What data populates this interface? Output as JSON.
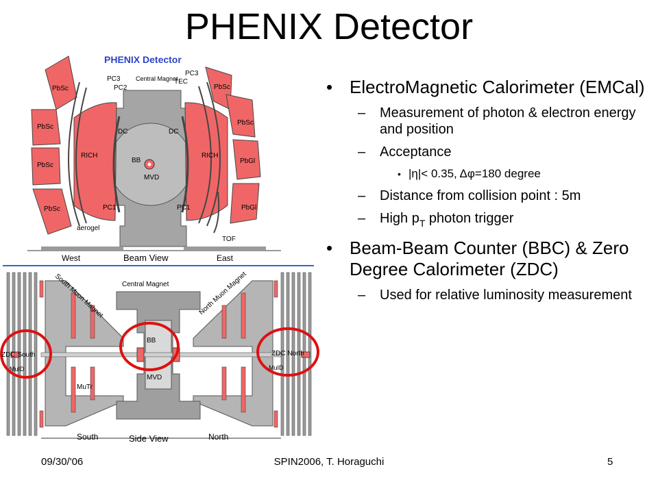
{
  "slide": {
    "title": "PHENIX Detector",
    "bullets": [
      {
        "text": "ElectroMagnetic Calorimeter (EMCal)",
        "subitems": [
          {
            "text": "Measurement of photon & electron energy and position"
          },
          {
            "text": "Acceptance",
            "subitems": [
              "|η|< 0.35, Δφ=180 degree"
            ]
          },
          {
            "text": "Distance from collision point : 5m"
          },
          {
            "text_before": "High p",
            "subscript": "T",
            "text_after": " photon trigger"
          }
        ]
      },
      {
        "text": "Beam-Beam Counter (BBC) & Zero Degree Calorimeter (ZDC)",
        "subitems": [
          {
            "text": "Used for relative luminosity measurement"
          }
        ]
      }
    ]
  },
  "diagram_top": {
    "heading": "PHENIX Detector",
    "labels": {
      "pc3_left": "PC3",
      "pc2": "PC2",
      "central_magnet": "Central Magnet",
      "pc3_right": "PC3",
      "tec": "TEC",
      "pbsc": "PbSc",
      "pbgl": "PbGl",
      "rich": "RICH",
      "dc": "DC",
      "bb": "BB",
      "mvd": "MVD",
      "pc1": "PC1",
      "aerogel": "aerogel",
      "tof": "TOF",
      "west": "West",
      "beam_view": "Beam View",
      "east": "East"
    }
  },
  "diagram_bottom": {
    "labels": {
      "south_muon_magnet": "South Muon Magnet",
      "central_magnet": "Central Magnet",
      "north_muon_magnet": "North Muon Magnet",
      "zdc_south": "ZDC South",
      "zdc_north": "ZDC North",
      "mui_left": "MuID",
      "mui_right": "MuID",
      "mutr": "MuTr",
      "bb": "BB",
      "mvd": "MVD",
      "south": "South",
      "side_view": "Side View",
      "north": "North"
    }
  },
  "footer": {
    "date": "09/30/'06",
    "center": "SPIN2006, T. Horaguchi",
    "page": "5"
  },
  "colors": {
    "detector_red": "#f06666",
    "gray": "#9a9a9a",
    "circle": "#dd1111",
    "blue_line": "#3366cc"
  }
}
